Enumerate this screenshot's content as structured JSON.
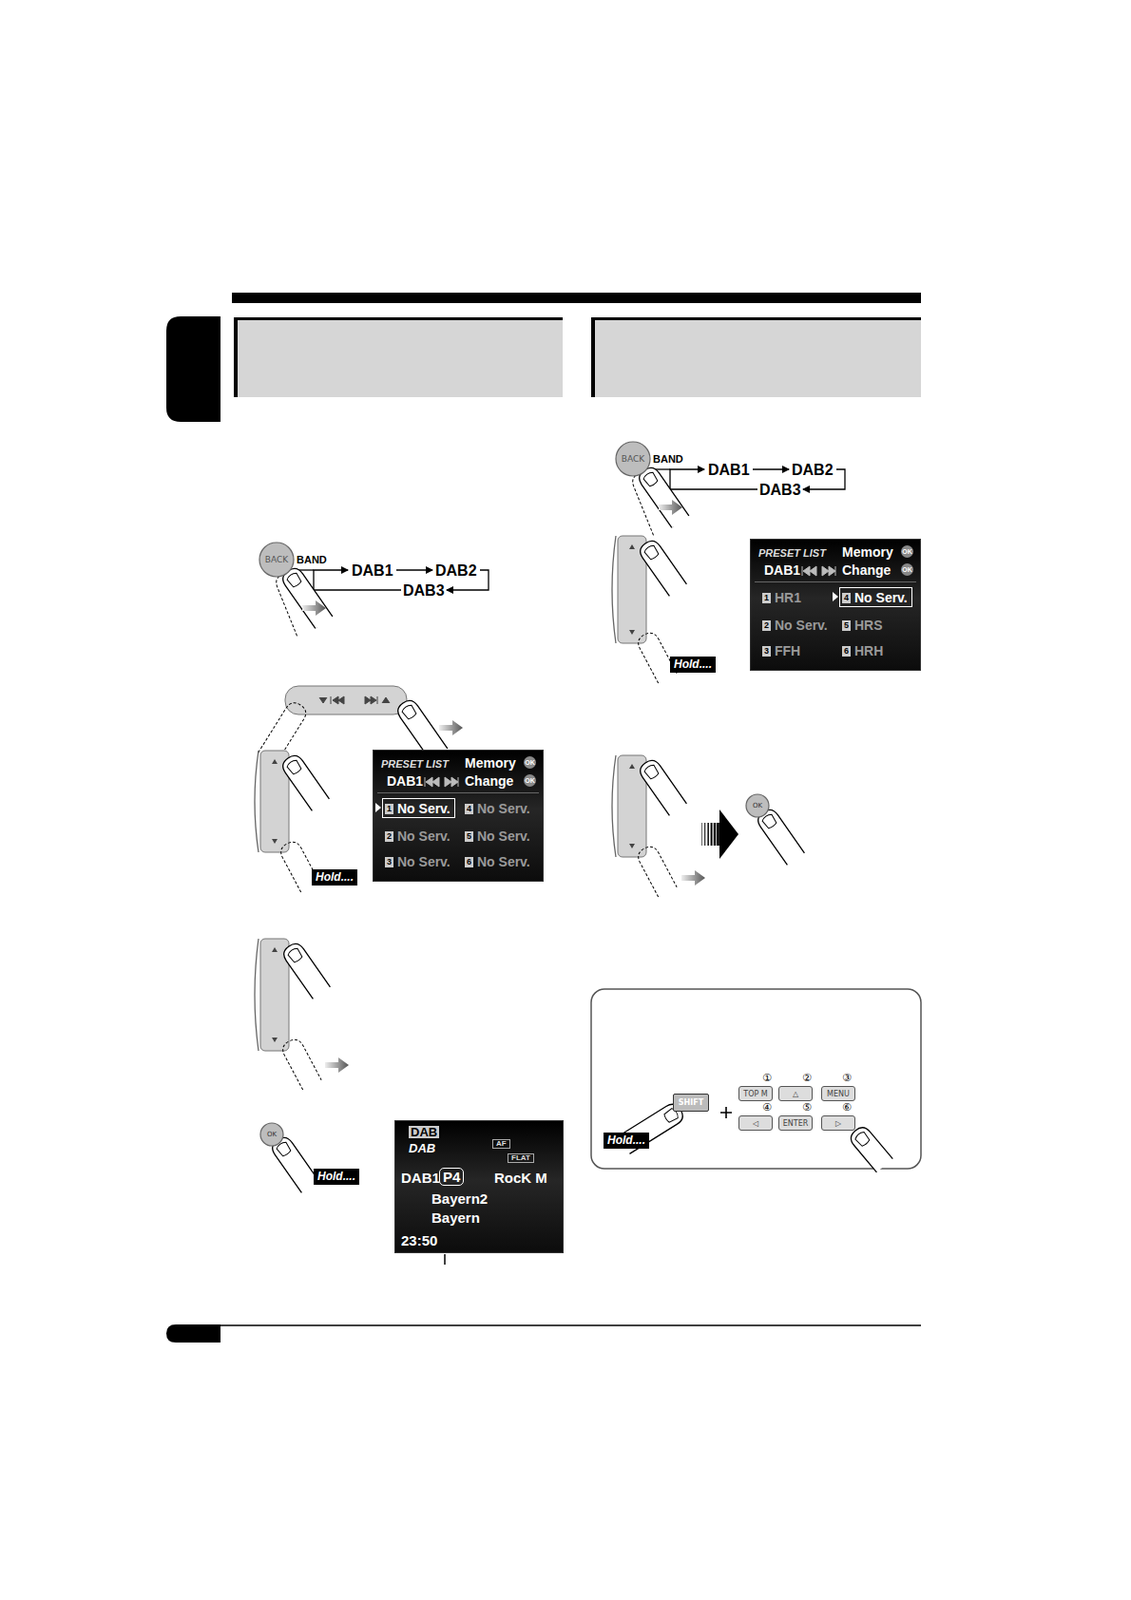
{
  "diagram": {
    "nodes": [
      {
        "text": [
          "BACK"
        ]
      },
      {
        "text": [
          "Hold...."
        ]
      },
      {
        "text": [
          "PRESET LIST",
          "Memory",
          "OK",
          "DAB1",
          "Change",
          "OK",
          "1",
          "No Serv.",
          "4",
          "No Serv.",
          "2",
          "No Serv.",
          "5",
          "No Serv.",
          "3",
          "No Serv.",
          "6",
          "No Serv."
        ]
      },
      {
        "text": [
          "OK"
        ]
      },
      {
        "text": [
          "Hold...."
        ]
      },
      {
        "text": [
          "DAB",
          "DAB",
          "AF",
          "FLAT",
          "DAB1",
          "P4",
          "RocK M",
          "Bayern2",
          "Bayern",
          "23:50"
        ]
      },
      {
        "text": [
          "BACK"
        ]
      },
      {
        "text": [
          "Hold...."
        ]
      },
      {
        "text": [
          "PRESET LIST",
          "Memory",
          "OK",
          "DAB1",
          "Change",
          "OK",
          "1",
          "HR1",
          "4",
          "No Serv.",
          "2",
          "No Serv.",
          "5",
          "HRS",
          "3",
          "FFH",
          "6",
          "HRH"
        ]
      },
      {
        "text": [
          "OK"
        ]
      },
      {
        "text": [
          "SHIFT"
        ]
      },
      {
        "text": [
          "Hold...."
        ]
      },
      {
        "text": [
          "TOP M"
        ]
      },
      {
        "text": [
          "△"
        ]
      },
      {
        "text": [
          "MENU"
        ]
      },
      {
        "text": [
          "◁"
        ]
      },
      {
        "text": [
          "ENTER"
        ]
      },
      {
        "text": [
          "▷"
        ]
      }
    ],
    "labels": [
      "BAND",
      "DAB1",
      "DAB2",
      "DAB3",
      "BAND",
      "DAB1",
      "DAB2",
      "DAB3",
      "①",
      "②",
      "③",
      "④",
      "⑤",
      "⑥"
    ]
  }
}
